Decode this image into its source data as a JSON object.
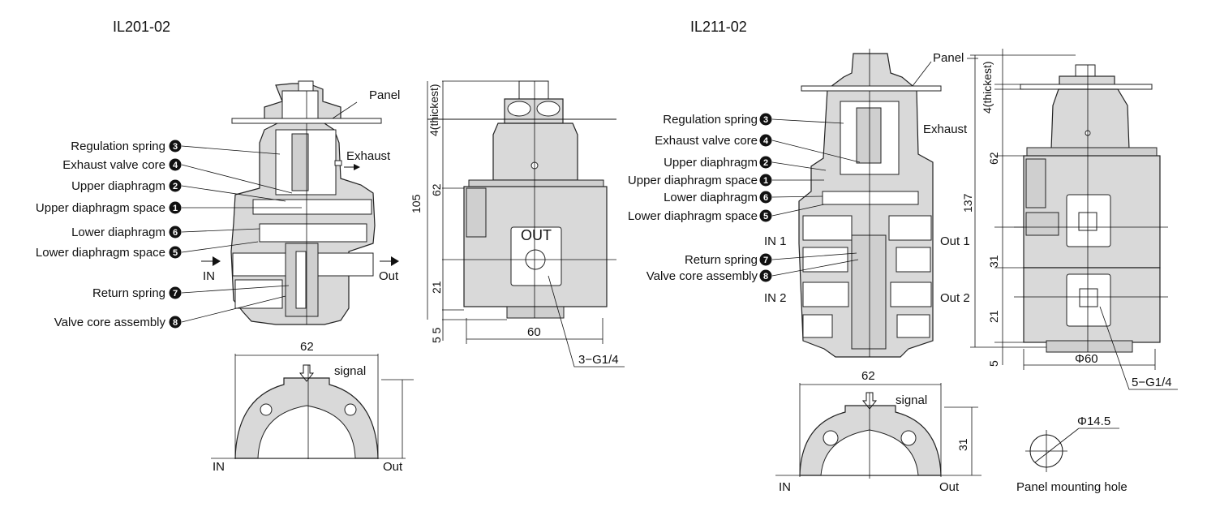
{
  "left": {
    "title": "IL201-02",
    "panel": "Panel",
    "exhaust": "Exhaust",
    "in": "IN",
    "out": "Out",
    "callouts": [
      {
        "label": "Regulation spring",
        "num": "3"
      },
      {
        "label": "Exhaust valve core",
        "num": "4"
      },
      {
        "label": "Upper diaphragm",
        "num": "2"
      },
      {
        "label": "Upper diaphragm space",
        "num": "1"
      },
      {
        "label": "Lower diaphragm",
        "num": "6"
      },
      {
        "label": "Lower diaphragm space",
        "num": "5"
      },
      {
        "label": "Return spring",
        "num": "7"
      },
      {
        "label": "Valve core assembly",
        "num": "8"
      }
    ],
    "side": {
      "thickest": "4(thickest)",
      "d105": "105",
      "d62": "62",
      "d21": "21",
      "d5": "5 5",
      "port": "OUT",
      "width": "60",
      "thread": "3−G1/4"
    },
    "bottom": {
      "width": "62",
      "signal": "signal",
      "in": "IN",
      "out": "Out"
    }
  },
  "right": {
    "title": "IL211-02",
    "panel": "Panel",
    "exhaust": "Exhaust",
    "in1": "IN 1",
    "in2": "IN 2",
    "out1": "Out 1",
    "out2": "Out 2",
    "callouts": [
      {
        "label": "Regulation spring",
        "num": "3"
      },
      {
        "label": "Exhaust valve core",
        "num": "4"
      },
      {
        "label": "Upper diaphragm",
        "num": "2"
      },
      {
        "label": "Upper diaphragm space",
        "num": "1"
      },
      {
        "label": "Lower diaphragm",
        "num": "6"
      },
      {
        "label": "Lower diaphragm space",
        "num": "5"
      },
      {
        "label": "Return spring",
        "num": "7"
      },
      {
        "label": "Valve core assembly",
        "num": "8"
      }
    ],
    "side": {
      "thickest": "4(thickest)",
      "d137": "137",
      "d62": "62",
      "d31": "31",
      "d21": "21",
      "d5": "5",
      "width": "Φ60",
      "thread": "5−G1/4"
    },
    "bottom": {
      "width": "62",
      "signal": "signal",
      "in": "IN",
      "out": "Out",
      "height": "31"
    },
    "hole": {
      "dia": "Φ14.5",
      "label": "Panel mounting hole"
    }
  }
}
